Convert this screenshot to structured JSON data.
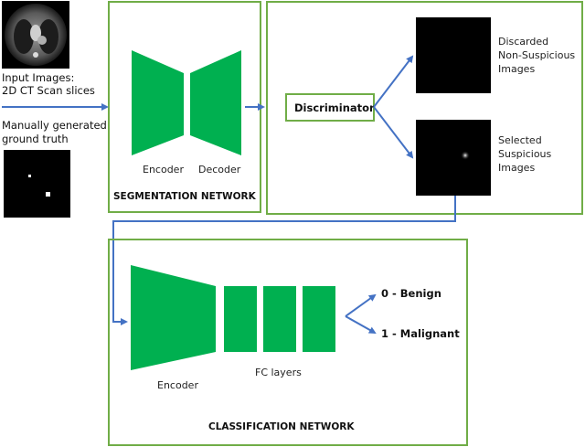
{
  "input": {
    "label_line1": "Input Images:",
    "label_line2": "2D CT Scan slices",
    "gt_line1": "Manually generated",
    "gt_line2": "ground truth"
  },
  "segmentation": {
    "encoder": "Encoder",
    "decoder": "Decoder",
    "title": "SEGMENTATION NETWORK"
  },
  "discriminator": {
    "label": "Discriminator",
    "discarded_line1": "Discarded",
    "discarded_line2": "Non-Suspicious",
    "discarded_line3": "Images",
    "selected_line1": "Selected",
    "selected_line2": "Suspicious",
    "selected_line3": "Images"
  },
  "classification": {
    "encoder": "Encoder",
    "fc": "FC layers",
    "out0": "0 - Benign",
    "out1": "1 - Malignant",
    "title": "CLASSIFICATION NETWORK"
  },
  "colors": {
    "green": "#00b050",
    "box_border": "#70ad47",
    "arrow": "#4472c4"
  }
}
